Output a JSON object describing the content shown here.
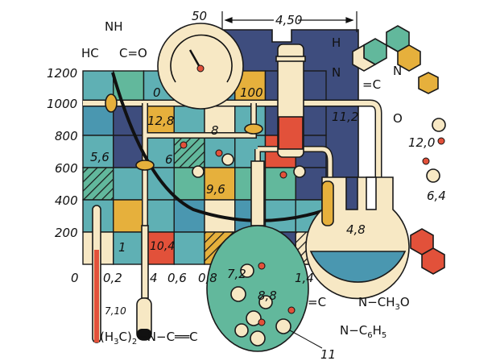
{
  "palette": {
    "teal": "#5fb0b4",
    "blue": "#4a97b0",
    "green": "#62b89c",
    "navy": "#3e4d7e",
    "yellow": "#e6b03c",
    "cream": "#f7e8c4",
    "red": "#e2513a",
    "ink": "#1a1a1a"
  },
  "y_axis_labels": [
    "1200",
    "1000",
    "800",
    "600",
    "400",
    "200"
  ],
  "x_axis_labels": [
    "0",
    "0,2",
    "4",
    "0,6",
    "0,8",
    "1,4"
  ],
  "dimensions": {
    "top_left": "50",
    "top_span": "4,50",
    "thermo_gap": "7,10"
  },
  "cell_values": {
    "zero": "0",
    "hundred": "100",
    "v12_8": "12,8",
    "v11_2": "11,2",
    "v8": "8",
    "v5_6": "5,6",
    "v6": "6",
    "v9_6": "9,6",
    "v4_8": "4,8",
    "v1": "1",
    "v10_4": "10,4",
    "v7_2": "7,2",
    "v8_8": "8,8",
    "v11": "11",
    "v12_0": "12,0",
    "v6_4": "6,4"
  },
  "formulas": {
    "nh": "NH",
    "hc": "HC",
    "co": "C=O",
    "h": "H",
    "n_vertical": "N",
    "c_mirror": "=C",
    "n_ring": "N",
    "o_ring": "O",
    "eq_c": "=C",
    "n_ch3o": "N−CH",
    "ch3o_sub": "3",
    "ch3o_end": "O",
    "n_c6h5": "N−C",
    "c6h5_sub1": "6",
    "c6h5_h": "H",
    "c6h5_sub2": "5",
    "h3c_open": "(H",
    "h3c_sub": "3",
    "h3c_close": "C)",
    "h3c_sub2": "2",
    "h3c_rest": "−N−C══C"
  }
}
